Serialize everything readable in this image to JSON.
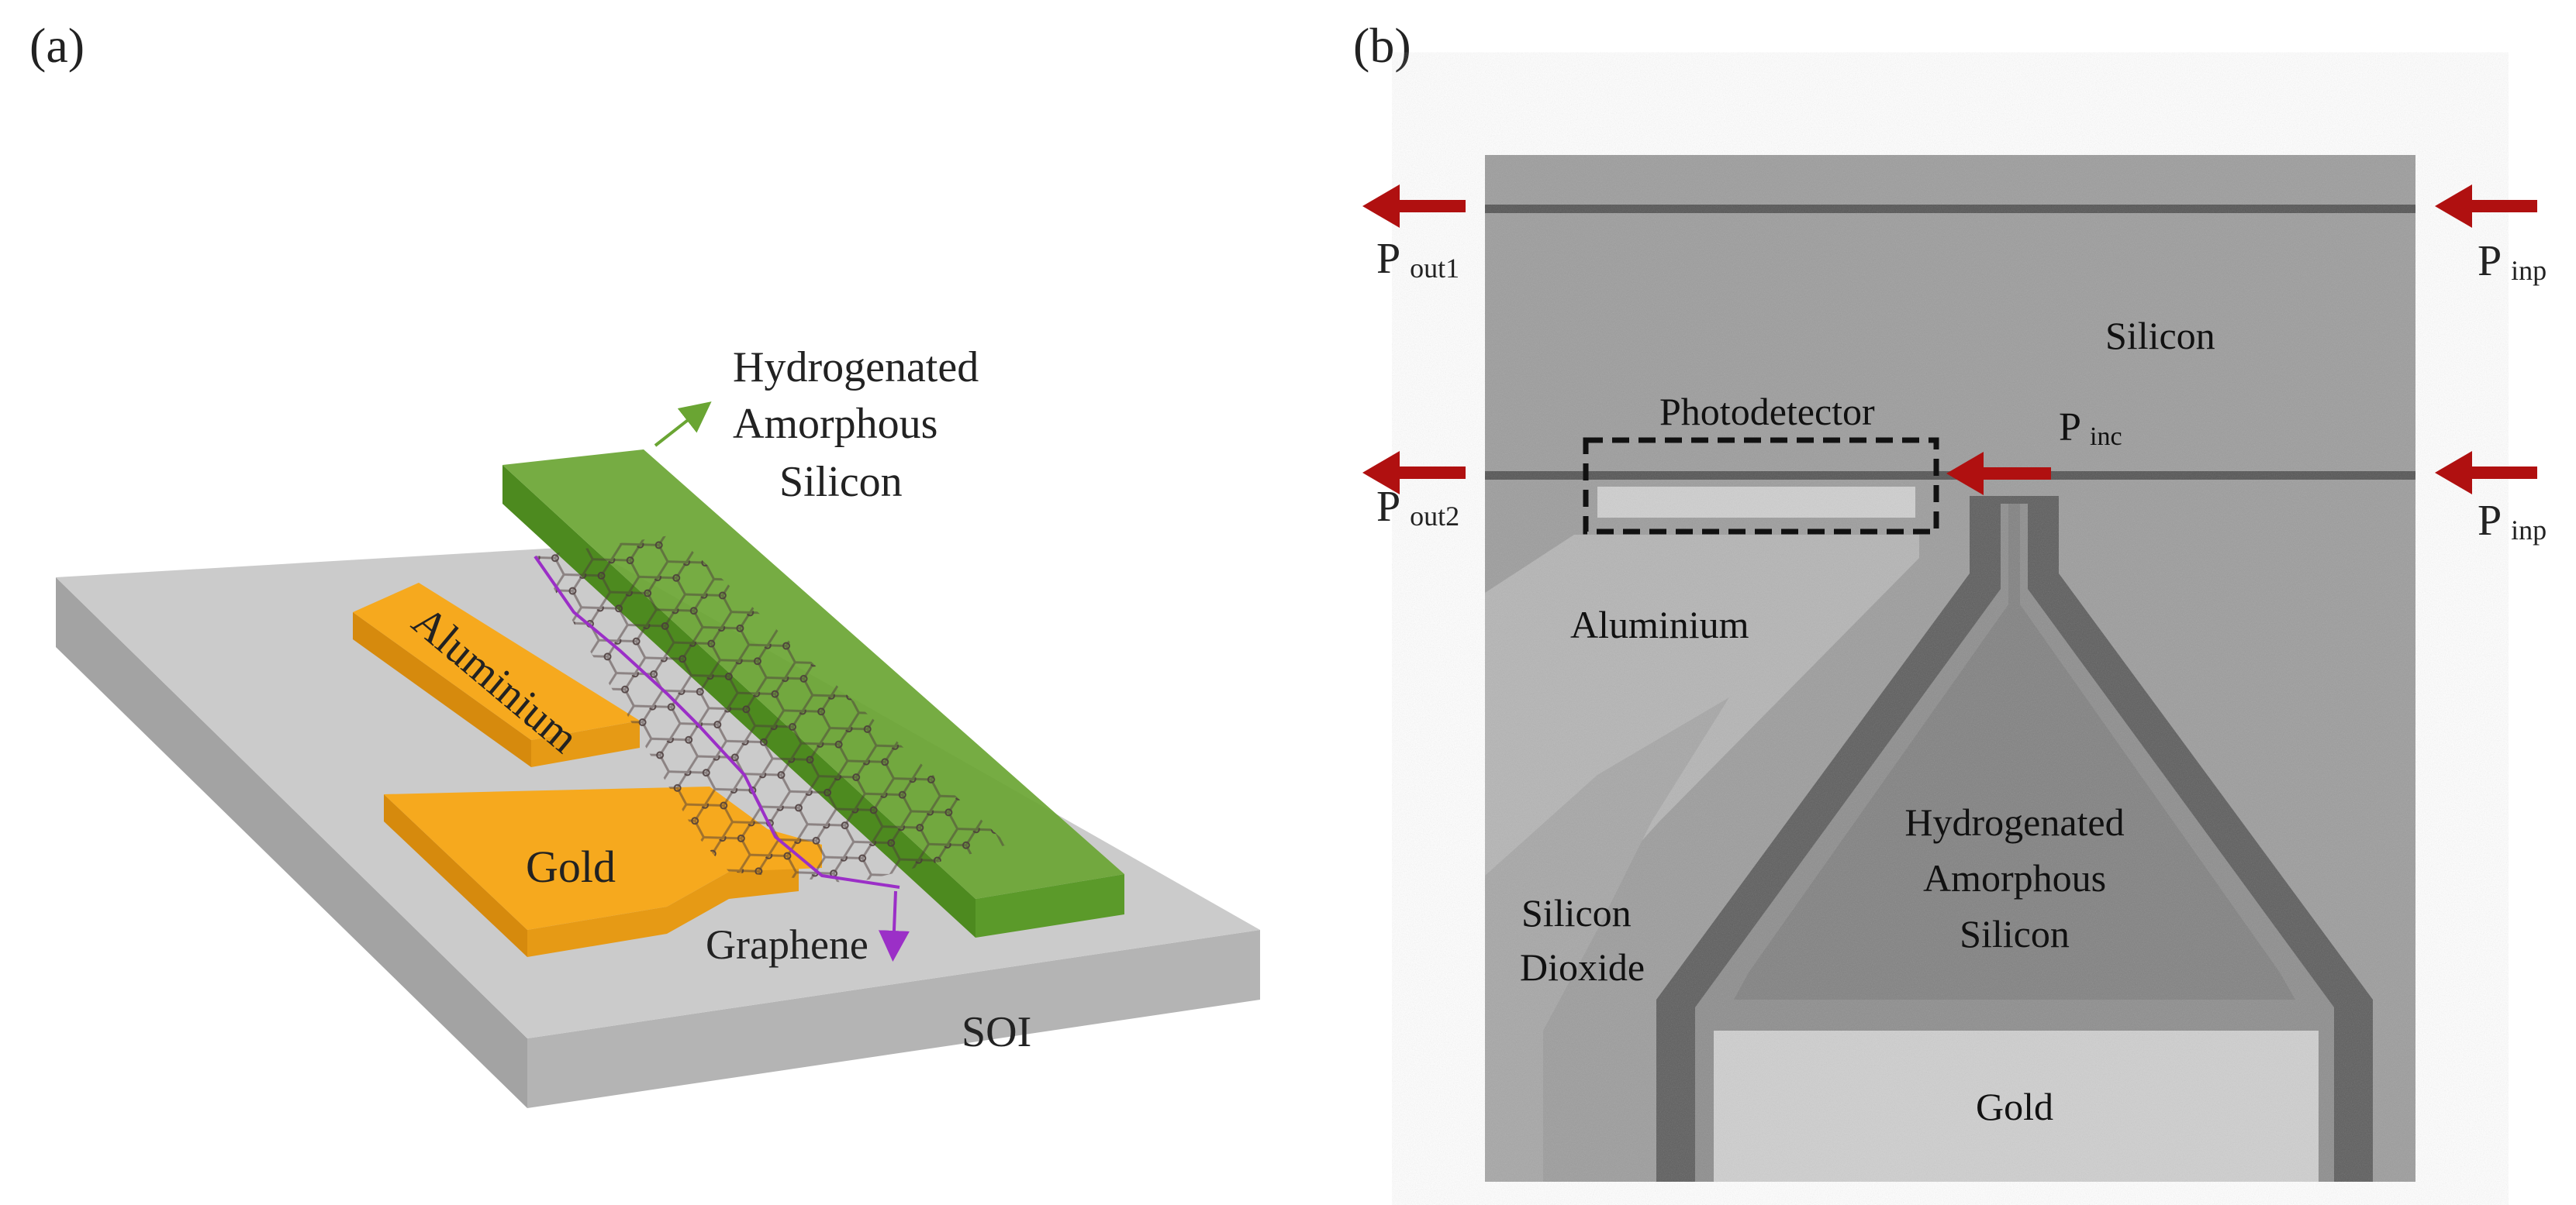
{
  "panel_a": {
    "tag": "(a)",
    "labels": {
      "hydrogenated": "Hydrogenated",
      "amorphous": "Amorphous",
      "silicon": "Silicon",
      "aluminium": "Aluminium",
      "gold": "Gold",
      "graphene": "Graphene",
      "soi": "SOI"
    },
    "colors": {
      "substrate_top": "#c9c9c9",
      "substrate_side": "#a9a9a9",
      "metal": "#f6a81e",
      "metal_dark": "#d98a0c",
      "asi": "#6aa533",
      "asi_dark": "#4e8a20",
      "graphene": "#9b2fc7",
      "arrow_green": "#6aa533"
    }
  },
  "panel_b": {
    "tag": "(b)",
    "labels": {
      "p_out1_main": "P",
      "p_out1_sub": "out1",
      "p_out2_main": "P",
      "p_out2_sub": "out2",
      "p_inp1_main": "P",
      "p_inp1_sub": "inp",
      "p_inp2_main": "P",
      "p_inp2_sub": "inp",
      "p_inc_main": "P",
      "p_inc_sub": "inc",
      "silicon": "Silicon",
      "photodetector": "Photodetector",
      "aluminium": "Aluminium",
      "hydrogenated": "Hydrogenated",
      "amorphous": "Amorphous",
      "silicon_asi": "Silicon",
      "silicon_dioxide_1": "Silicon",
      "silicon_dioxide_2": "Dioxide",
      "gold": "Gold"
    },
    "colors": {
      "arrow_red": "#b01010"
    }
  }
}
